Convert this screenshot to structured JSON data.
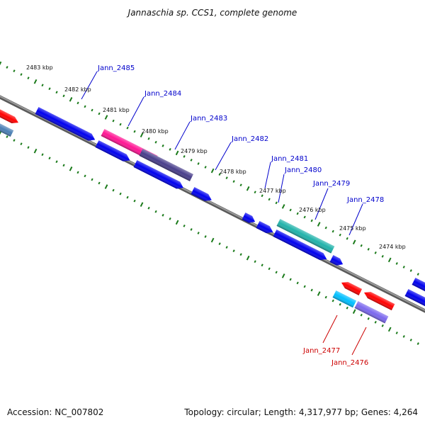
{
  "title": "Jannaschia sp. CCS1, complete genome",
  "footer": {
    "accession": "Accession: NC_007802",
    "summary": "Topology: circular; Length: 4,317,977 bp; Genes: 4,264"
  },
  "colors": {
    "forward_label": "#0000cc",
    "reverse_label": "#cc0000",
    "backbone": "#808080",
    "tick": "#1a7a1a"
  },
  "kbp_labels": [
    "2483 kbp",
    "2482 kbp",
    "2481 kbp",
    "2480 kbp",
    "2479 kbp",
    "2478 kbp",
    "2477 kbp",
    "2476 kbp",
    "2475 kbp",
    "2474 kbp"
  ],
  "gene_labels": [
    {
      "text": "Jann_2485",
      "strand": "forward"
    },
    {
      "text": "Jann_2484",
      "strand": "forward"
    },
    {
      "text": "Jann_2483",
      "strand": "forward"
    },
    {
      "text": "Jann_2482",
      "strand": "forward"
    },
    {
      "text": "Jann_2481",
      "strand": "forward"
    },
    {
      "text": "Jann_2480",
      "strand": "forward"
    },
    {
      "text": "Jann_2479",
      "strand": "forward"
    },
    {
      "text": "Jann_2478",
      "strand": "forward"
    },
    {
      "text": "Jann_2477",
      "strand": "reverse"
    },
    {
      "text": "Jann_2476",
      "strand": "reverse"
    }
  ],
  "features": [
    {
      "strand": "forward",
      "row": "outer",
      "color": "#ff0000"
    },
    {
      "strand": "forward",
      "row": "outer",
      "color": "#4a7fb5"
    },
    {
      "strand": "forward",
      "row": "outer",
      "color": "#0000ee"
    },
    {
      "strand": "forward",
      "row": "outer",
      "color": "#ff1493"
    },
    {
      "strand": "forward",
      "row": "outer",
      "color": "#483d8b"
    },
    {
      "strand": "forward",
      "row": "outer",
      "color": "#20b2aa"
    },
    {
      "strand": "forward",
      "row": "inner",
      "color": "#0000ee"
    },
    {
      "strand": "forward",
      "row": "inner",
      "color": "#0000ee"
    },
    {
      "strand": "forward",
      "row": "inner",
      "color": "#0000ee"
    },
    {
      "strand": "forward",
      "row": "inner",
      "color": "#0000ee"
    },
    {
      "strand": "forward",
      "row": "inner",
      "color": "#0000ee"
    },
    {
      "strand": "forward",
      "row": "inner",
      "color": "#0000ee"
    },
    {
      "strand": "forward",
      "row": "inner",
      "color": "#0000ee"
    },
    {
      "strand": "reverse",
      "row": "outer",
      "color": "#ff0000"
    },
    {
      "strand": "reverse",
      "row": "outer",
      "color": "#ff0000"
    },
    {
      "strand": "reverse",
      "row": "inner",
      "color": "#00bfff"
    },
    {
      "strand": "reverse",
      "row": "inner",
      "color": "#7b68ee"
    },
    {
      "strand": "forward",
      "row": "outer",
      "color": "#0000ee"
    },
    {
      "strand": "forward",
      "row": "inner",
      "color": "#0000ee"
    }
  ]
}
